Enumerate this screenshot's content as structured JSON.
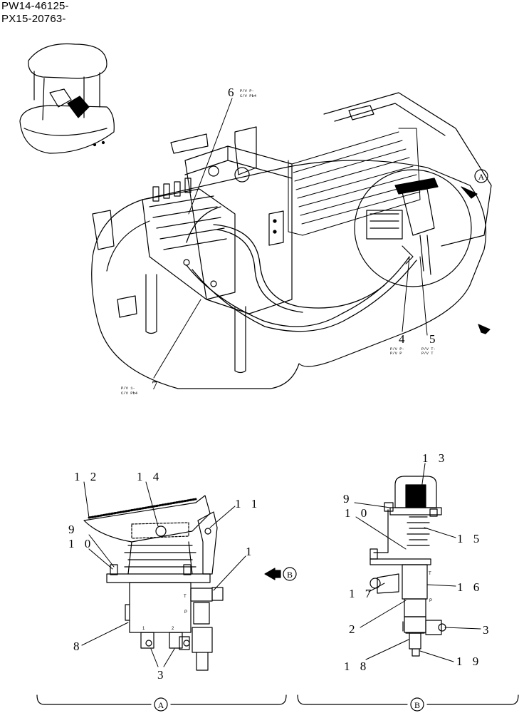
{
  "header": {
    "model_lines": [
      "PW14-46125-",
      "PX15-20763-"
    ]
  },
  "main_view": {
    "callouts": [
      {
        "id": "c6",
        "num": "6",
        "sub1": "P/V P-",
        "sub2": "C/V Pb4"
      },
      {
        "id": "c7",
        "num": "7",
        "sub1": "P/V 1-",
        "sub2": "C/V Pb4"
      },
      {
        "id": "c4",
        "num": "4",
        "sub1": "P/V P-",
        "sub2": "P/V P"
      },
      {
        "id": "c5",
        "num": "5",
        "sub1": "P/V T-",
        "sub2": "P/V T"
      }
    ],
    "view_marker": "A"
  },
  "detail_a": {
    "callouts": [
      "1 2",
      "1 4",
      "1 1",
      "9",
      "1 0",
      "1",
      "8",
      "3"
    ],
    "port_labels": [
      "T",
      "P",
      "1",
      "2"
    ],
    "view_ref": "B",
    "section_label": "A"
  },
  "detail_b": {
    "callouts": [
      "1 3",
      "9",
      "1 0",
      "1 5",
      "1 7",
      "1 6",
      "2",
      "3",
      "1 8",
      "1 9"
    ],
    "port_labels": [
      "T",
      "P"
    ],
    "section_label": "B"
  }
}
